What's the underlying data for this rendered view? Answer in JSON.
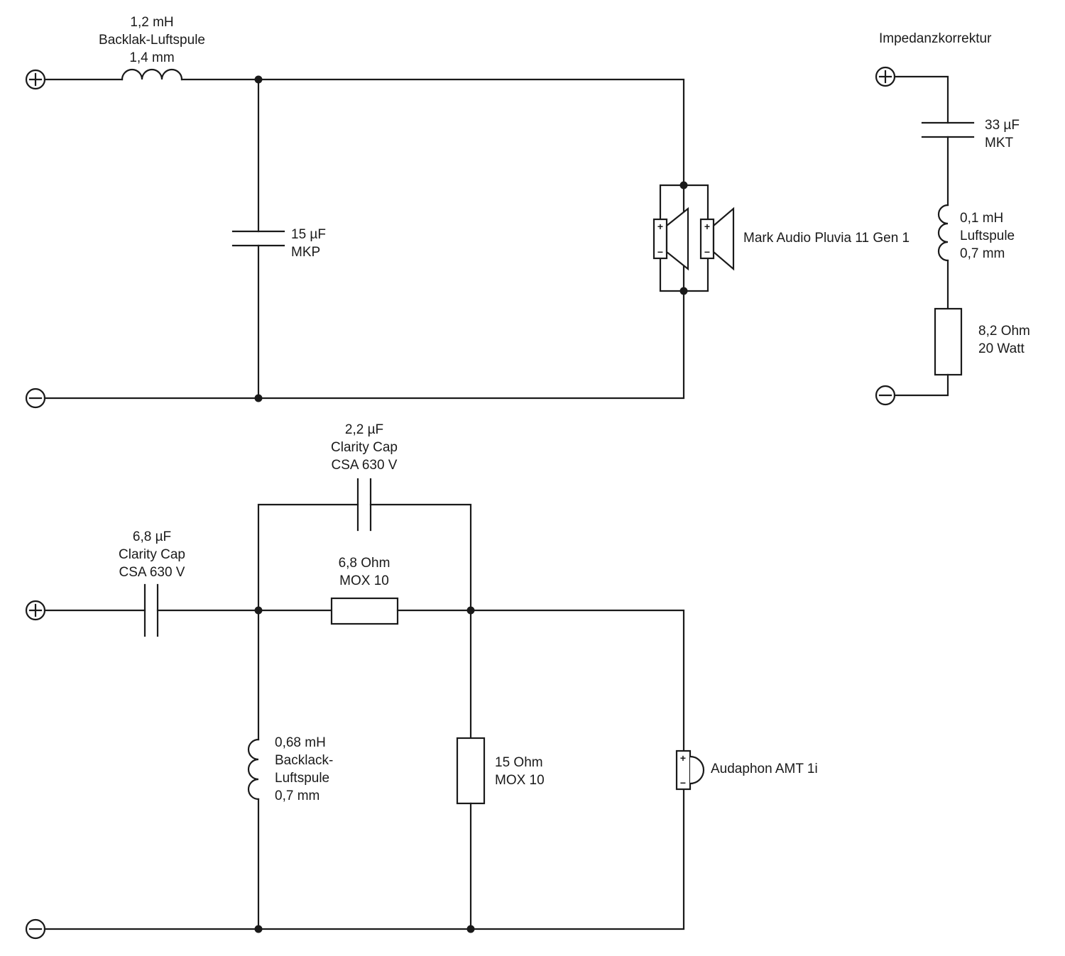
{
  "top": {
    "coil": [
      "1,2 mH",
      "Backlak-Luftspule",
      "1,4 mm"
    ],
    "cap": [
      "15 µF",
      "MKP"
    ],
    "driver": "Mark Audio Pluvia 11 Gen 1"
  },
  "impedance": {
    "title": "Impedanzkorrektur",
    "cap": [
      "33 µF",
      "MKT"
    ],
    "coil": [
      "0,1 mH",
      "Luftspule",
      "0,7 mm"
    ],
    "res": [
      "8,2 Ohm",
      "20 Watt"
    ]
  },
  "bottom": {
    "cap_bypass": [
      "2,2 µF",
      "Clarity Cap",
      "CSA 630 V"
    ],
    "cap_series": [
      "6,8 µF",
      "Clarity Cap",
      "CSA 630 V"
    ],
    "res_series": [
      "6,8 Ohm",
      "MOX 10"
    ],
    "coil": [
      "0,68 mH",
      "Backlack-",
      "Luftspule",
      "0,7 mm"
    ],
    "res_shunt": [
      "15 Ohm",
      "MOX 10"
    ],
    "tweeter": "Audaphon AMT 1i"
  },
  "symbols": {
    "plus": "+",
    "minus": "−"
  }
}
